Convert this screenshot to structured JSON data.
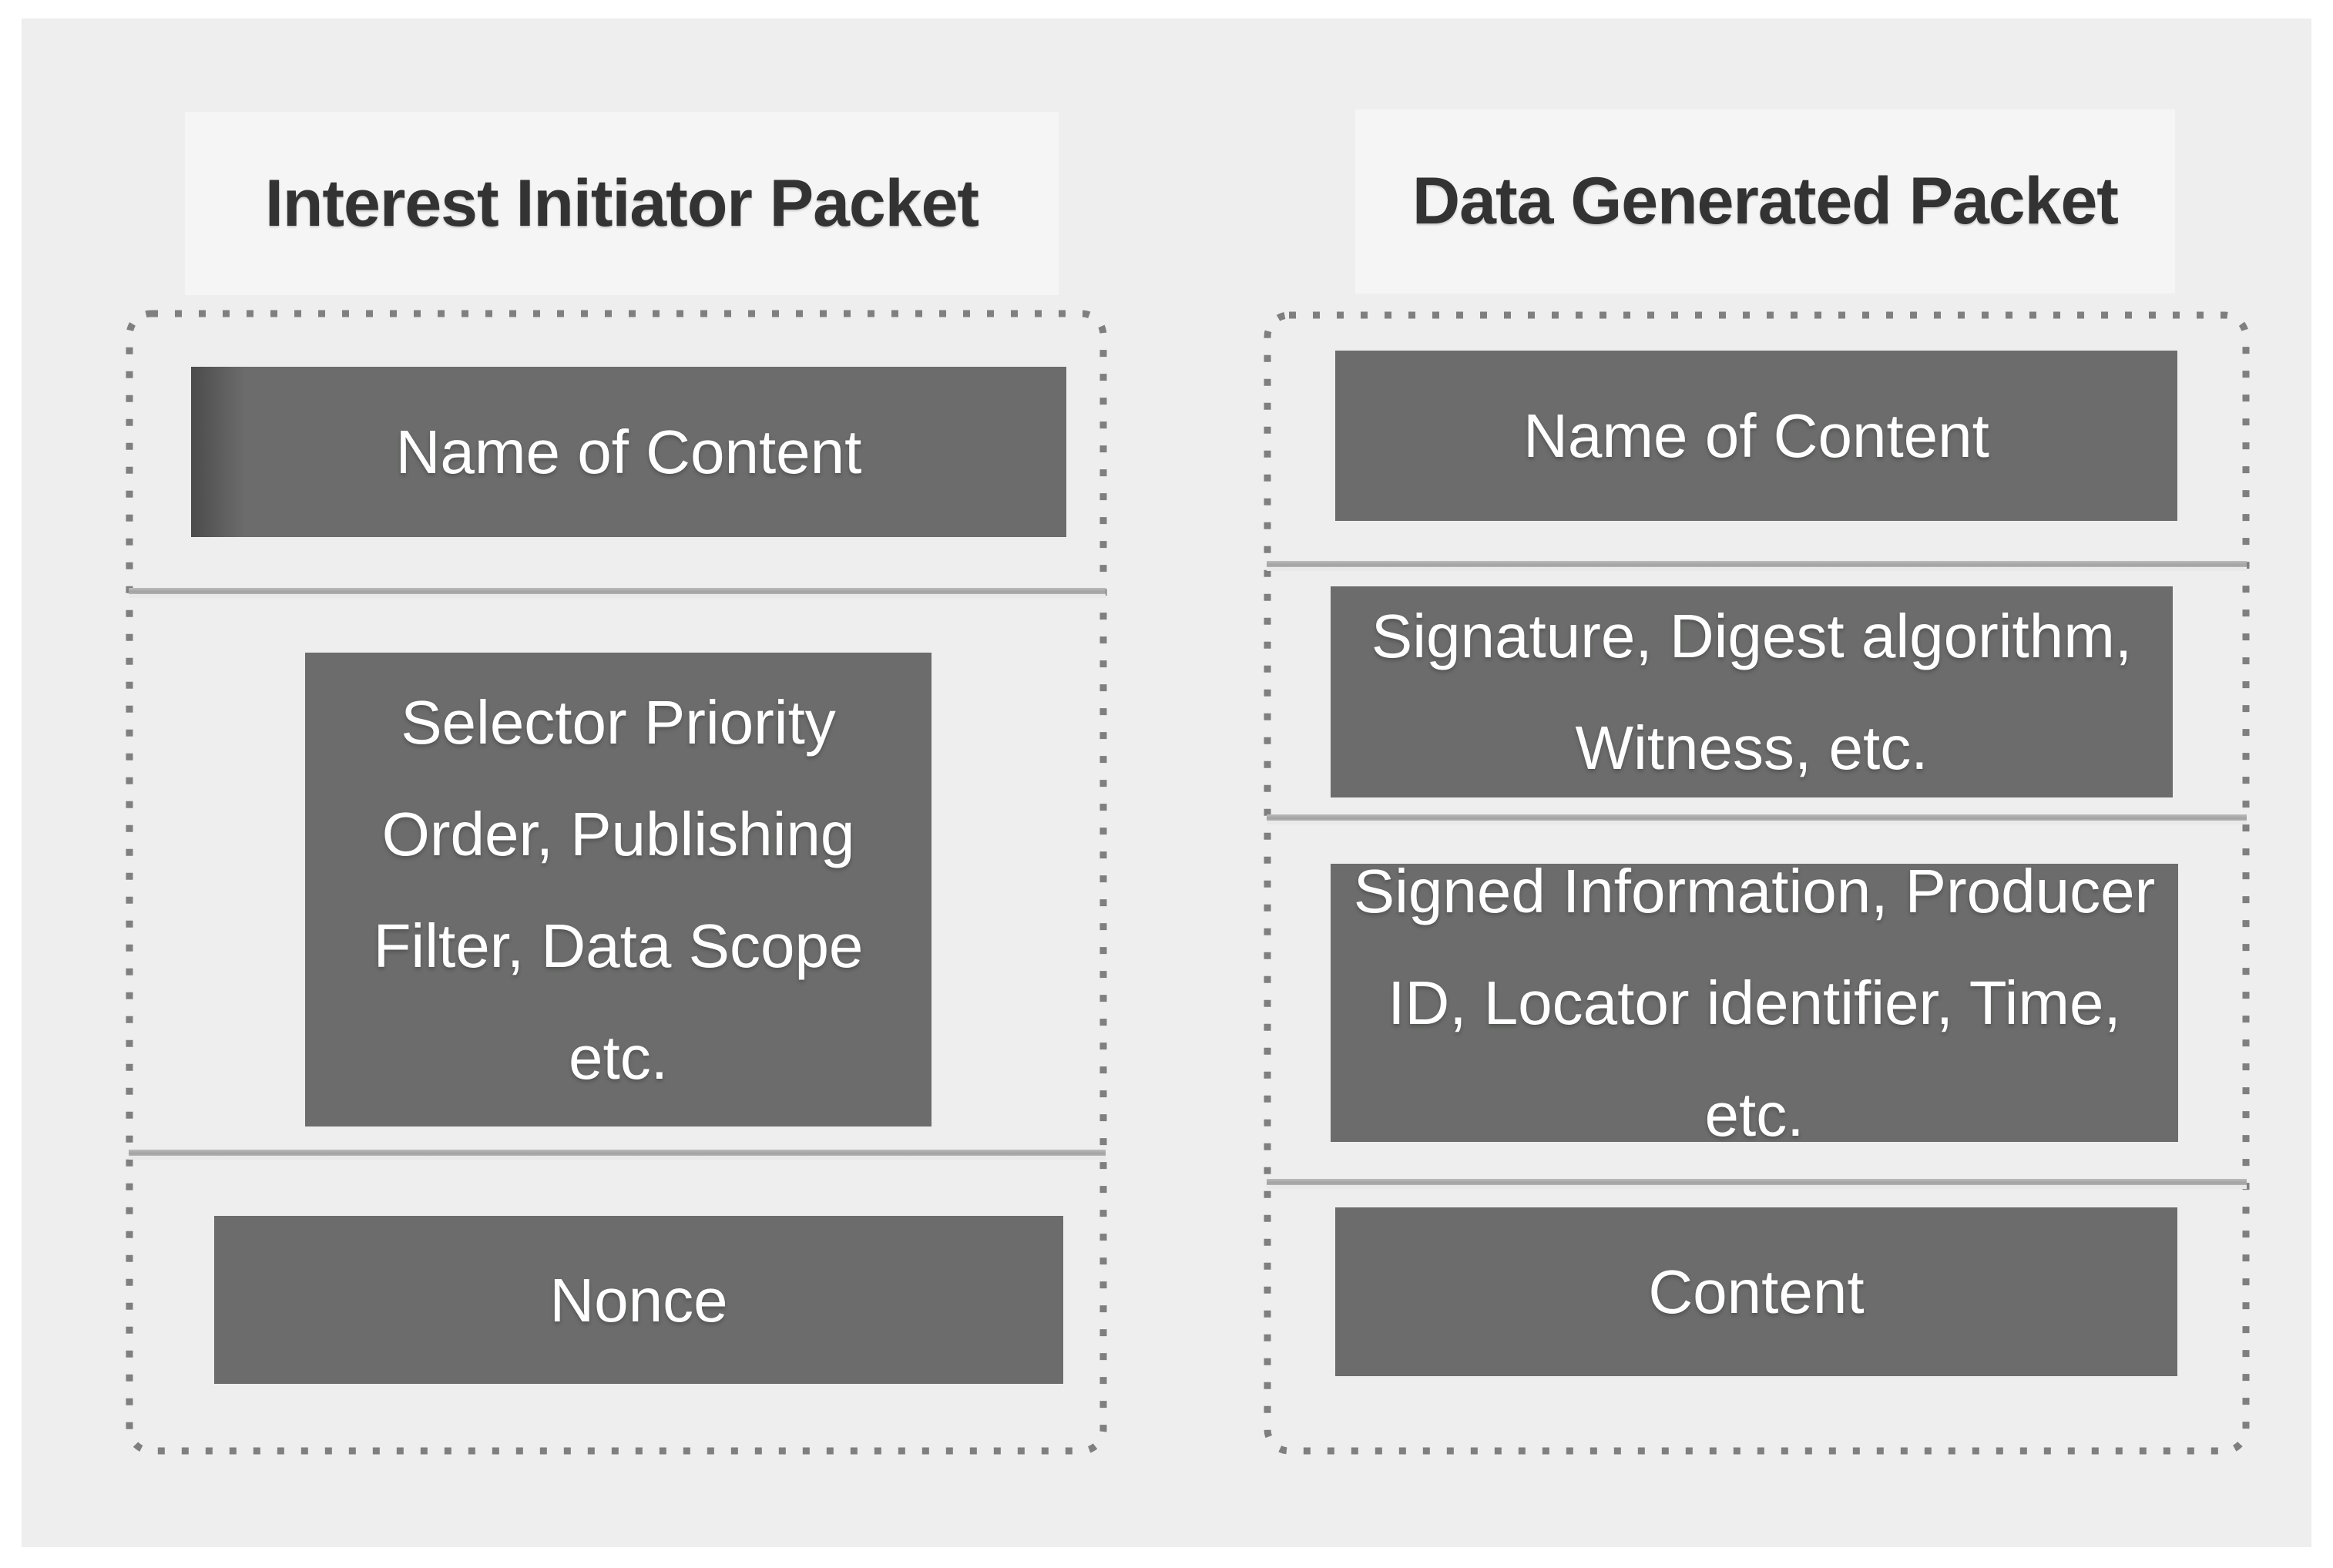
{
  "figure": {
    "left_packet": {
      "title": "Interest Initiator Packet",
      "fields": [
        {
          "name": "name-of-content",
          "label": "Name of Content"
        },
        {
          "name": "selectors",
          "label": "Selector Priority\nOrder, Publishing\nFilter, Data Scope\netc."
        },
        {
          "name": "nonce",
          "label": "Nonce"
        }
      ]
    },
    "right_packet": {
      "title": "Data Generated Packet",
      "fields": [
        {
          "name": "name-of-content",
          "label": "Name of Content"
        },
        {
          "name": "signature",
          "label": "Signature, Digest algorithm,\nWitness, etc."
        },
        {
          "name": "signed-information",
          "label": "Signed Information, Producer\nID, Locator identifier, Time,\netc."
        },
        {
          "name": "content",
          "label": "Content"
        }
      ]
    },
    "colors": {
      "page_bg": "#ffffff",
      "panel_bg": "#eeeeee",
      "title_bg": "#f5f5f5",
      "title_text": "#333333",
      "field_bg": "#6b6c6b",
      "field_text": "#ffffff",
      "dashed_border": "#7f7f7f",
      "divider": "#a9a9a9"
    }
  }
}
